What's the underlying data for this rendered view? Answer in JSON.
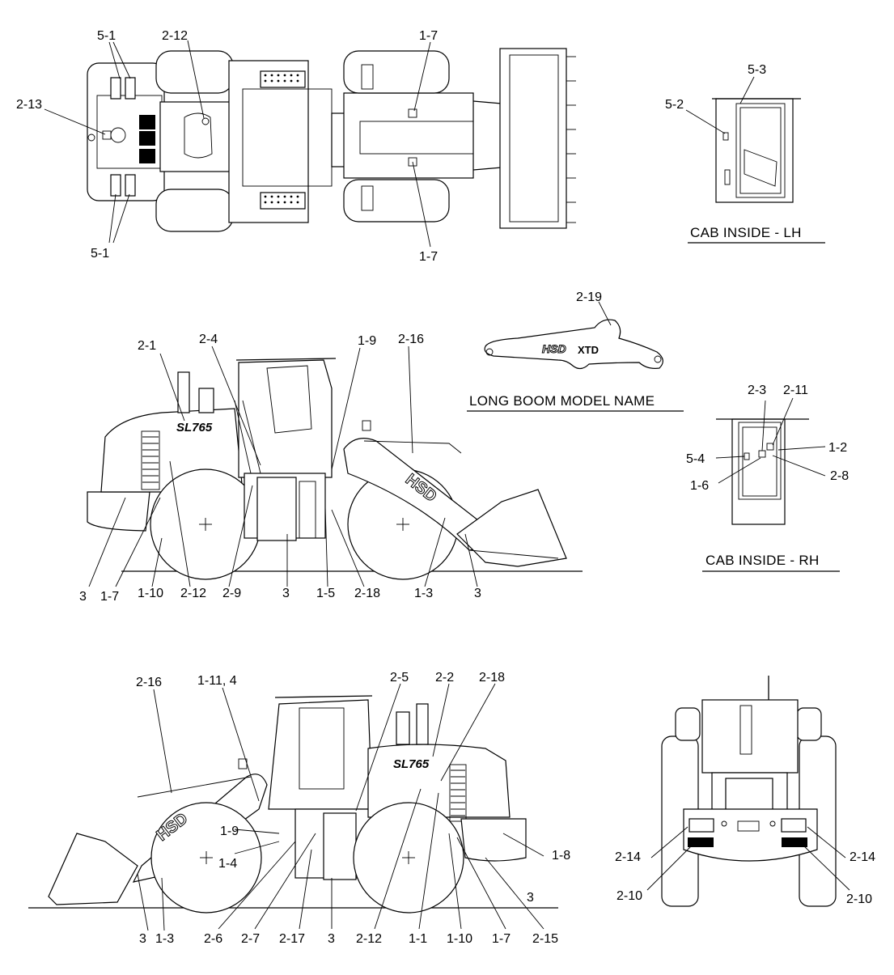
{
  "labels": {
    "top_5_1_a": "5-1",
    "top_5_1_b": "5-1",
    "top_2_12": "2-12",
    "top_2_13": "2-13",
    "top_1_7_a": "1-7",
    "top_1_7_b": "1-7",
    "cab_lh_5_2": "5-2",
    "cab_lh_5_3": "5-3",
    "boom_2_19": "2-19",
    "boom_brand": "HSD",
    "boom_suffix": "XTD",
    "rh_2_1": "2-1",
    "rh_2_4": "2-4",
    "rh_1_9": "1-9",
    "rh_2_16": "2-16",
    "rh_3_a": "3",
    "rh_1_7": "1-7",
    "rh_1_10": "1-10",
    "rh_2_12": "2-12",
    "rh_2_9": "2-9",
    "rh_3_b": "3",
    "rh_1_5": "1-5",
    "rh_2_18": "2-18",
    "rh_1_3": "1-3",
    "rh_3_c": "3",
    "rh_model_badge": "SL765",
    "rh_boom_brand": "HSD",
    "cab_rh_2_3": "2-3",
    "cab_rh_2_11": "2-11",
    "cab_rh_1_2": "1-2",
    "cab_rh_5_4": "5-4",
    "cab_rh_1_6": "1-6",
    "cab_rh_2_8": "2-8",
    "lh_2_16": "2-16",
    "lh_1_11_4": "1-11,  4",
    "lh_2_5": "2-5",
    "lh_2_2": "2-2",
    "lh_2_18": "2-18",
    "lh_1_9": "1-9",
    "lh_1_4": "1-4",
    "lh_1_8": "1-8",
    "lh_3_a": "3",
    "lh_3_b": "3",
    "lh_1_3": "1-3",
    "lh_2_6": "2-6",
    "lh_2_7": "2-7",
    "lh_2_17": "2-17",
    "lh_3_c": "3",
    "lh_2_12": "2-12",
    "lh_1_1": "1-1",
    "lh_1_10": "1-10",
    "lh_1_7": "1-7",
    "lh_2_15": "2-15",
    "lh_3_right": "3",
    "lh_model_badge": "SL765",
    "lh_boom_brand": "HSD",
    "rear_2_14_l": "2-14",
    "rear_2_14_r": "2-14",
    "rear_2_10_l": "2-10",
    "rear_2_10_r": "2-10"
  },
  "captions": {
    "cab_inside_lh": "CAB INSIDE - LH",
    "long_boom_model_name": "LONG BOOM MODEL NAME",
    "cab_inside_rh": "CAB INSIDE - RH"
  }
}
